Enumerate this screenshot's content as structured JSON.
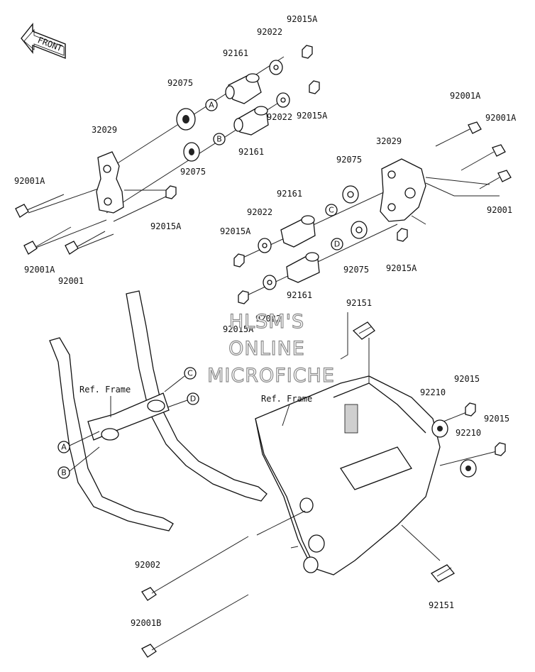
{
  "front_label": "FRONT",
  "watermark": {
    "line1": "HLSM'S",
    "line2": "ONLINE",
    "line3": "MICROFICHE"
  },
  "ref_labels": {
    "left": "Ref. Frame",
    "right": "Ref. Frame"
  },
  "callout_letters": {
    "A": "A",
    "B": "B",
    "C": "C",
    "D": "D"
  },
  "part_labels": {
    "p92015A_top": "92015A",
    "p92022_top": "92022",
    "p92161_top": "92161",
    "p92075_left": "92075",
    "p92015A_mid": "92015A",
    "p92022_mid": "92022",
    "p92161_mid": "92161",
    "p32029_left": "32029",
    "p92075_leftlow": "92075",
    "p92001A_left": "92001A",
    "p92015A_leftlow": "92015A",
    "p92001A_leftbot": "92001A",
    "p92001_leftbot": "92001",
    "p92001A_right1": "92001A",
    "p92001A_right2": "92001A",
    "p32029_right": "32029",
    "p92075_right": "92075",
    "p92001_right": "92001",
    "p92161_rmid": "92161",
    "p92022_rmid": "92022",
    "p92015A_rmid": "92015A",
    "p92075_rlow": "92075",
    "p92015A_rlow": "92015A",
    "p92161_rlow": "92161",
    "p92022_bot": "92022",
    "p92015A_bot": "92015A",
    "p92151_top": "92151",
    "p92015_1": "92015",
    "p92210_1": "92210",
    "p92015_2": "92015",
    "p92210_2": "92210",
    "p92002": "92002",
    "p92001B": "92001B",
    "p92151_bot": "92151"
  }
}
